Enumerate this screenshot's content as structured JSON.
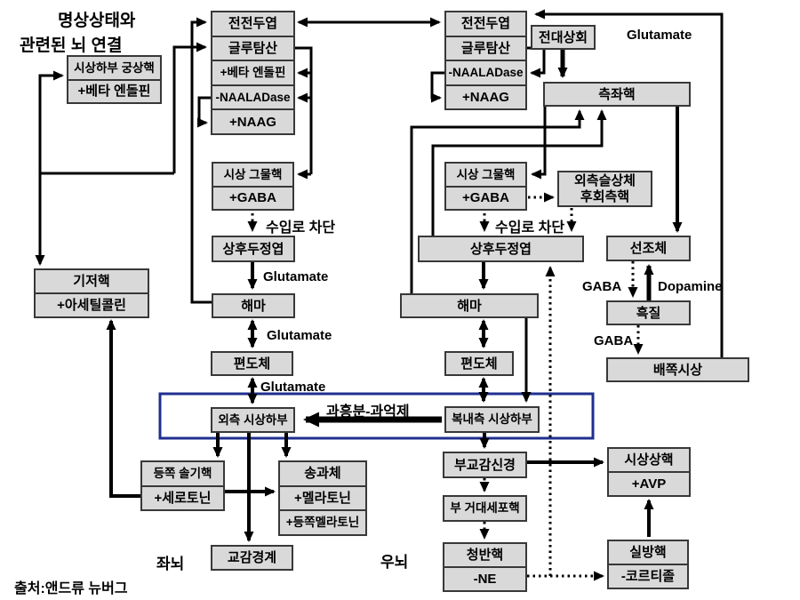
{
  "title": {
    "line1": "명상상태와",
    "line2": "관련된 뇌 연결"
  },
  "source_note": "출처:앤드류 뉴버그",
  "hemispheres": {
    "left": "좌뇌",
    "right": "우뇌"
  },
  "colors": {
    "box_fill": "#D9D9D9",
    "box_border": "#383838",
    "line": "#000000",
    "highlight_box_border": "#1F2F8F",
    "background": "#FFFFFF"
  },
  "nodes": {
    "arcuate": {
      "rows": [
        "시상하부 궁상핵",
        "+베타 엔돌핀"
      ]
    },
    "col_left": {
      "rows": [
        "전전두엽",
        "글루탐산",
        "+베타 엔돌핀",
        "-NAALADase",
        "+NAAG"
      ]
    },
    "col_right": {
      "rows": [
        "전전두엽",
        "글루탐산",
        "-NAALADase",
        "+NAAG"
      ]
    },
    "ant_cingulate": {
      "rows": [
        "전대상회"
      ]
    },
    "accumbens": {
      "rows": [
        "측좌핵"
      ]
    },
    "thal_ret_l": {
      "rows": [
        "시상 그물핵",
        "+GABA"
      ]
    },
    "thal_ret_r": {
      "rows": [
        "시상 그물핵",
        "+GABA"
      ]
    },
    "lgn": {
      "rows": [
        "외측슬상체",
        "후회측핵"
      ]
    },
    "spl_l": {
      "rows": [
        "상후두정엽"
      ]
    },
    "spl_r": {
      "rows": [
        "상후두정엽"
      ]
    },
    "striatum": {
      "rows": [
        "선조체"
      ]
    },
    "basal": {
      "rows": [
        "기저핵",
        "+아세틸콜린"
      ]
    },
    "hippo_l": {
      "rows": [
        "해마"
      ]
    },
    "hippo_r": {
      "rows": [
        "해마"
      ]
    },
    "substantia_nigra": {
      "rows": [
        "흑질"
      ]
    },
    "ventral_thal": {
      "rows": [
        "배쪽시상"
      ]
    },
    "amyg_l": {
      "rows": [
        "편도체"
      ]
    },
    "amyg_r": {
      "rows": [
        "편도체"
      ]
    },
    "lat_hypothal": {
      "rows": [
        "외측 시상하부"
      ]
    },
    "vm_hypothal": {
      "rows": [
        "복내측 시상하부"
      ]
    },
    "scn": {
      "rows": [
        "시상상핵",
        "+AVP"
      ]
    },
    "parasymp": {
      "rows": [
        "부교감신경"
      ]
    },
    "raphe": {
      "rows": [
        "등쪽 솔기핵",
        "+세로토닌"
      ]
    },
    "pineal": {
      "rows": [
        "송과체",
        "+멜라토닌",
        "+등쪽멜라토닌"
      ]
    },
    "gigantocell": {
      "rows": [
        "부 거대세포핵"
      ]
    },
    "pvn": {
      "rows": [
        "실방핵",
        "-코르티졸"
      ]
    },
    "locus_coeruleus": {
      "rows": [
        "청반핵",
        "-NE"
      ]
    },
    "symp_boundary": {
      "rows": [
        "교감경계"
      ]
    }
  },
  "edge_labels": {
    "glutamate_top": "Glutamate",
    "glutamate_1": "Glutamate",
    "glutamate_2": "Glutamate",
    "glutamate_3": "Glutamate",
    "afferent_block_l": "수입로 차단",
    "afferent_block_r": "수입로 차단",
    "hyper": "과흥분-과억제",
    "gaba_1": "GABA",
    "dopamine": "Dopamine",
    "gaba_2": "GABA"
  }
}
